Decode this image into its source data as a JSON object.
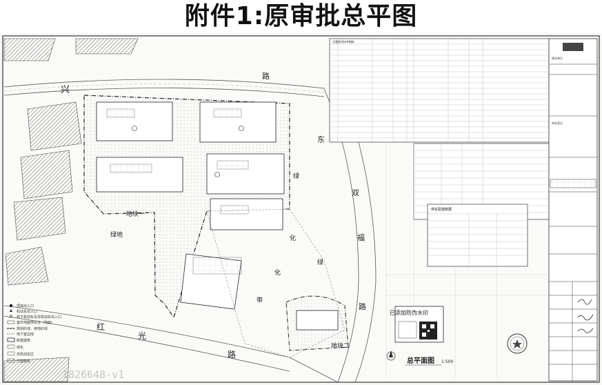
{
  "title": "附件1:原审批总平图",
  "roads": {
    "north": [
      "兴",
      "路"
    ],
    "east_chars": [
      "东",
      "双",
      "福",
      "路"
    ],
    "south_chars": [
      "红",
      "光",
      "路"
    ],
    "green_belt_chars": [
      "绿",
      "化",
      "绿",
      "化",
      "带"
    ]
  },
  "plots": {
    "plot1": "地块一",
    "plot2": "地块二",
    "green": "绿地"
  },
  "water_mark": "已添加防伪水印",
  "plan_caption": "总平面图",
  "plan_scale": "1:500",
  "watermark_bottom": "1826648-v1",
  "legend": [
    "项目出入口",
    "机动车出入口",
    "地下机动车及非机动车出入口",
    "室外地面停车位（地面）",
    "规划红线、用地红线",
    "地下室边线",
    "新建建筑",
    "绿化",
    "非机动车区",
    "已建建筑"
  ],
  "tables": {
    "left_title": "主要经济技术指标",
    "right_title": "停车配建数据",
    "company": "建设单位",
    "approval": "审批意见"
  }
}
